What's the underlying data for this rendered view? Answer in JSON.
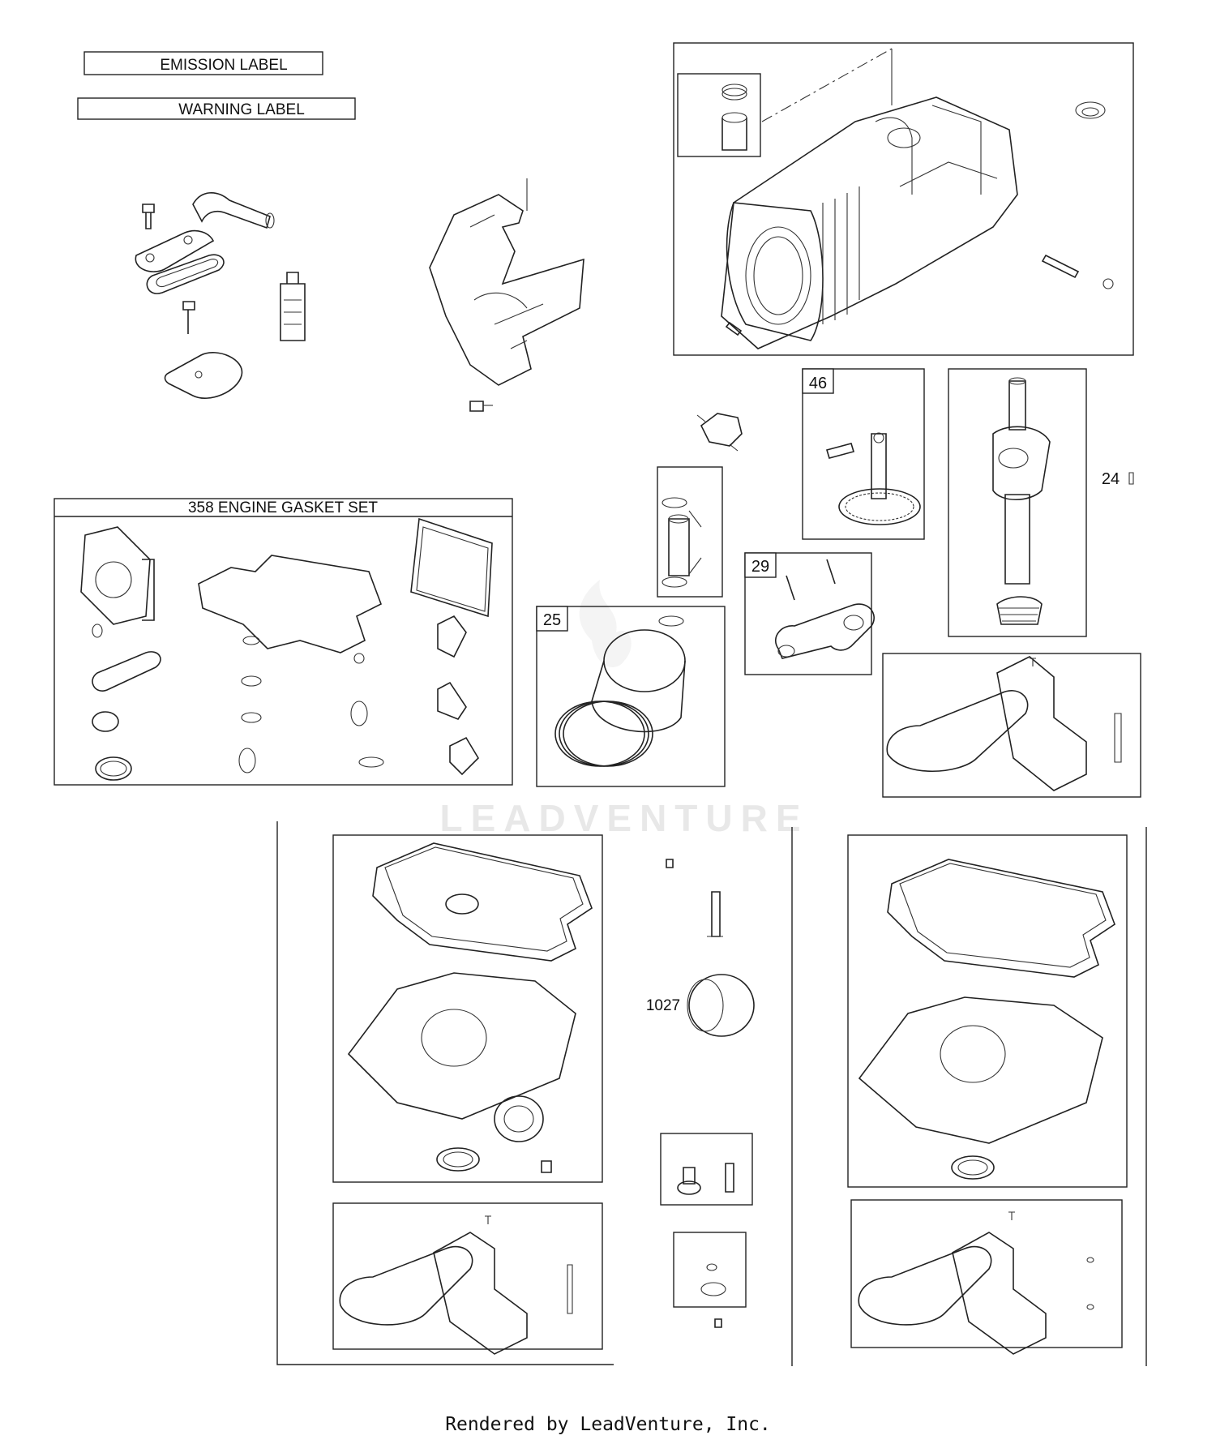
{
  "labels": {
    "emission": "EMISSION LABEL",
    "warning": "WARNING LABEL",
    "gasket_set": "358 ENGINE GASKET SET"
  },
  "callouts": {
    "c46": "46",
    "c24": "24",
    "c29": "29",
    "c25": "25",
    "c1027": "1027"
  },
  "watermark": "LEADVENTURE",
  "footer": "Rendered by LeadVenture, Inc."
}
